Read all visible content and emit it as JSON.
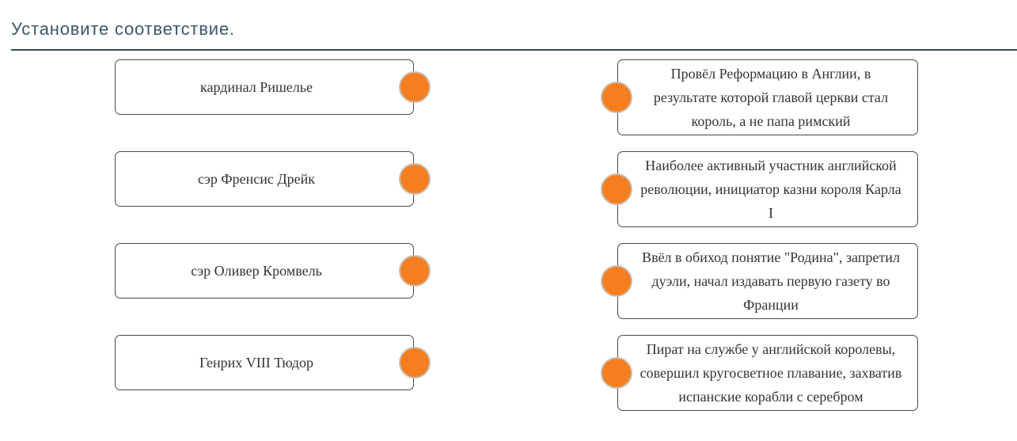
{
  "theme": {
    "accent": "#f57f20",
    "ring": "#c9bfb3",
    "title-color": "#3d566b",
    "divider-color": "#344b5e",
    "card-border": "#4a4a4a",
    "text-color": "#333333"
  },
  "page": {
    "title": "Установите соответствие."
  },
  "matching": {
    "left_items": [
      {
        "label": "кардинал Ришелье"
      },
      {
        "label": "сэр Френсис Дрейк"
      },
      {
        "label": "сэр Оливер Кромвель"
      },
      {
        "label": "Генрих VIII Тюдор"
      }
    ],
    "right_items": [
      {
        "label": "Провёл Реформацию в Англии, в результате которой главой церкви стал король, а не папа римский"
      },
      {
        "label": "Наиболее активный участник английской революции, инициатор казни короля Карла I"
      },
      {
        "label": "Ввёл в обиход понятие \"Родина\", запретил дуэли, начал издавать первую газету во Франции"
      },
      {
        "label": "Пират на службе у английской королевы, совершил кругосветное плавание, захватив испанские корабли с серебром"
      }
    ]
  }
}
